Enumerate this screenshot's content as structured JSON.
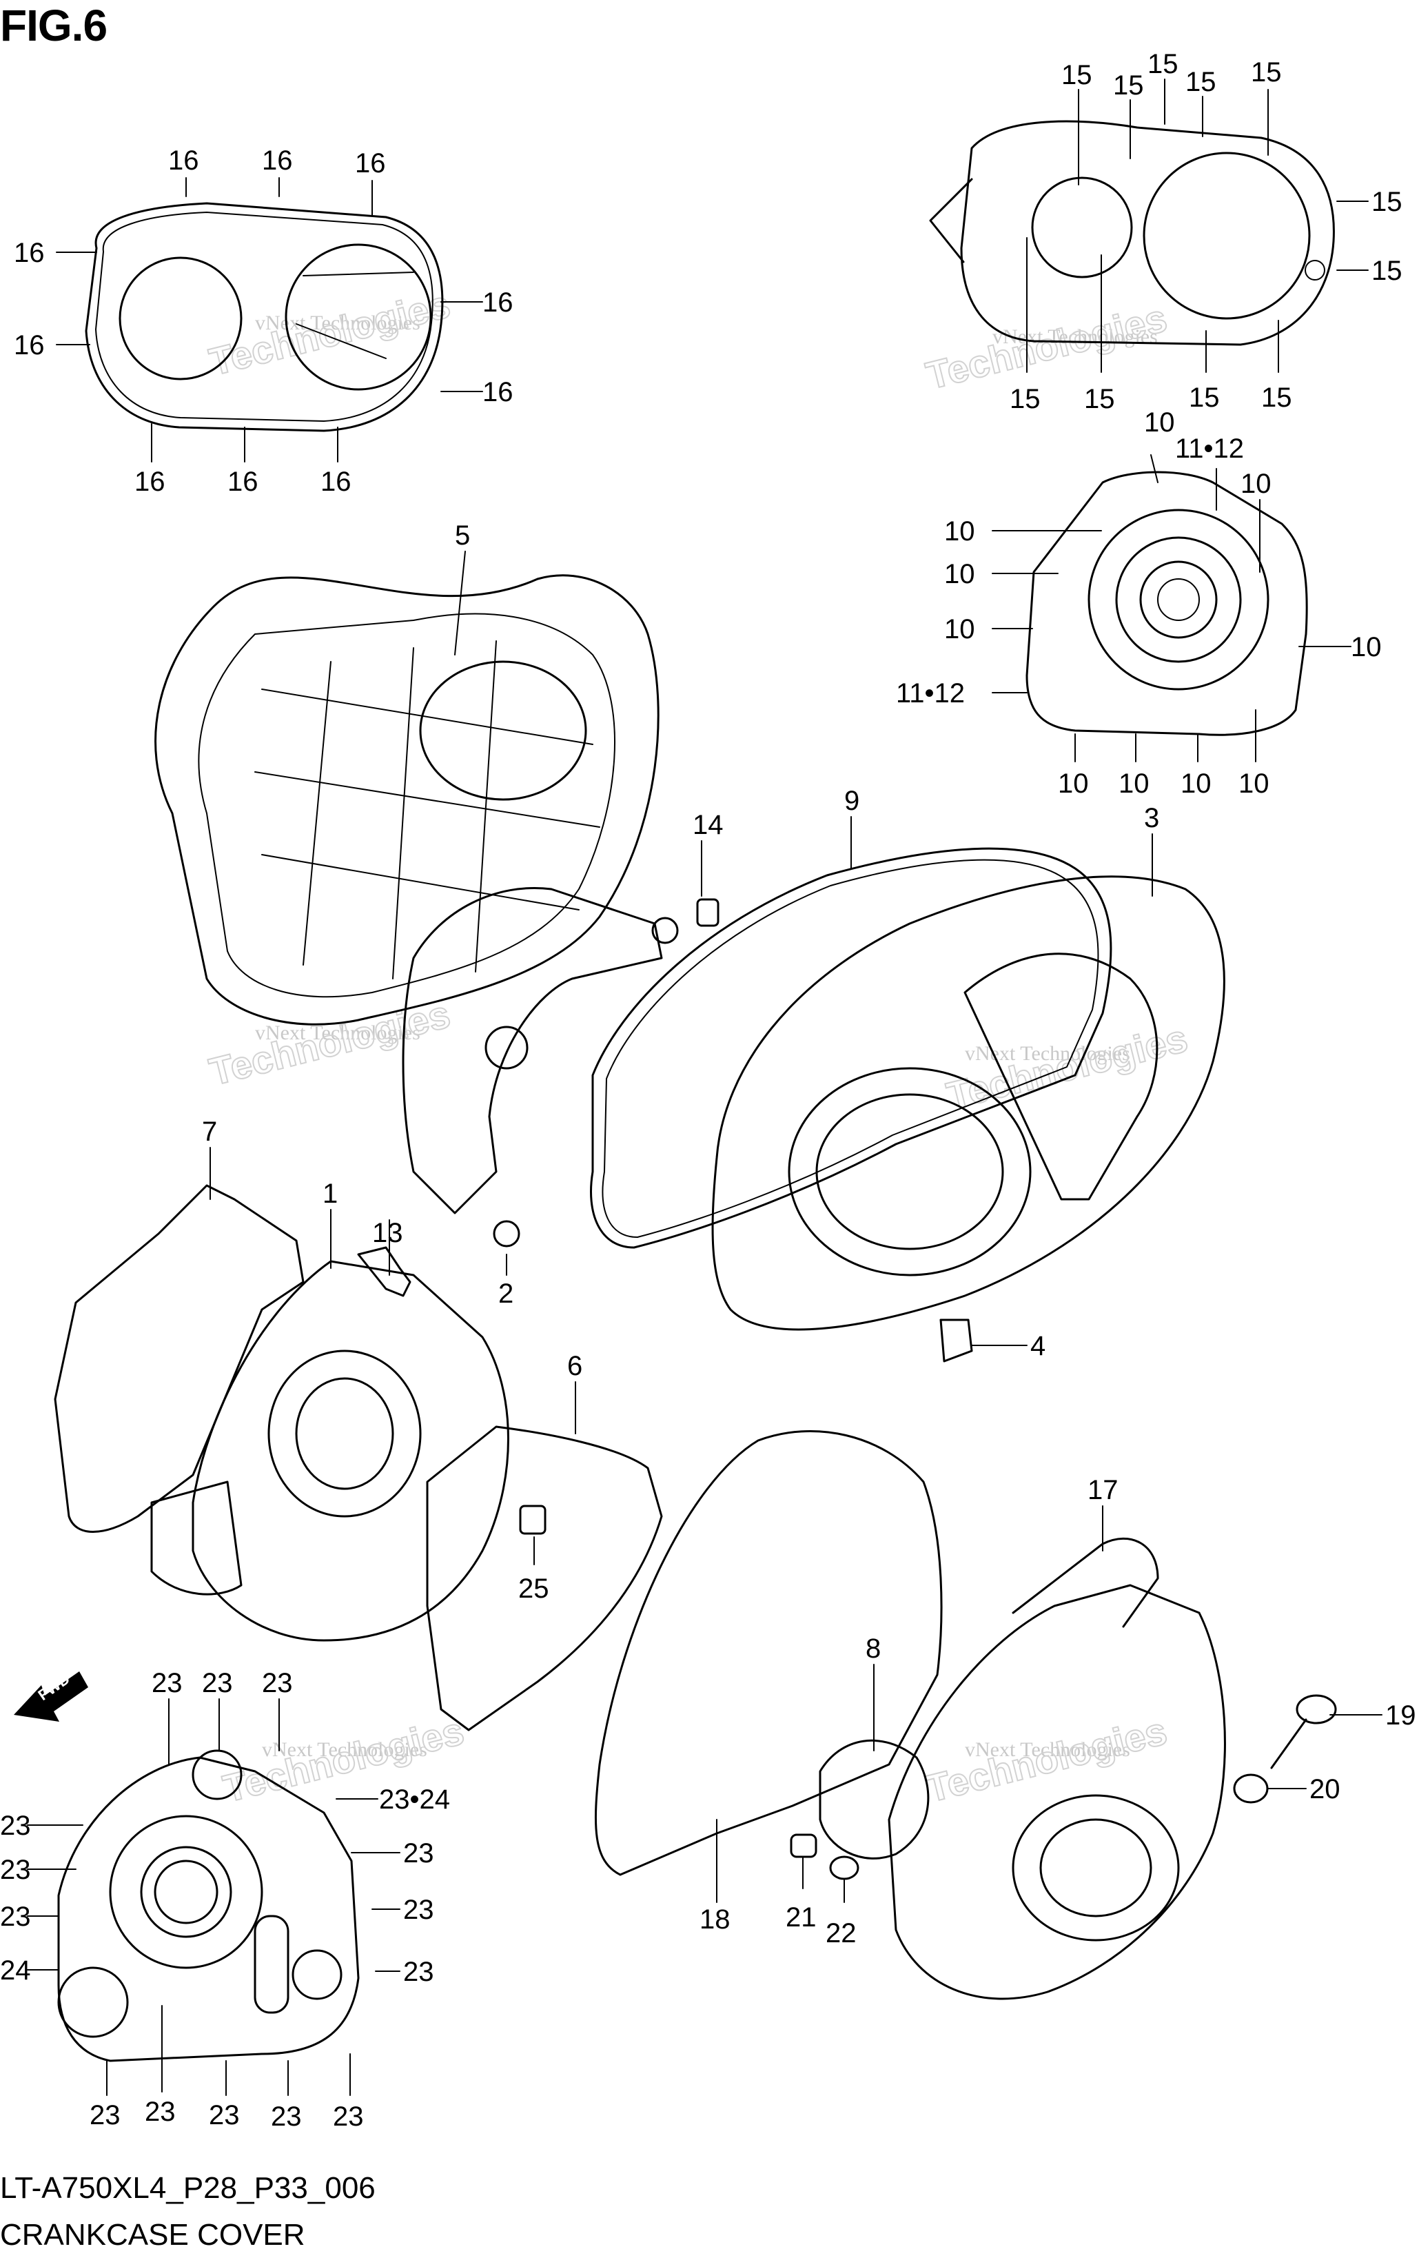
{
  "figure": {
    "title": "FIG.6"
  },
  "footer": {
    "code": "LT-A750XL4_P28_P33_006",
    "caption": "CRANKCASE COVER"
  },
  "watermark": {
    "line1": "vNext Technologies",
    "line2": "Technologies",
    "vnext": "vNext"
  },
  "fwd_label": "FWD",
  "callouts": {
    "c1": "1",
    "c2": "2",
    "c3": "3",
    "c4": "4",
    "c5": "5",
    "c6": "6",
    "c7": "7",
    "c8": "8",
    "c9": "9",
    "c10": "10",
    "c1112": "11•12",
    "c13": "13",
    "c14": "14",
    "c15": "15",
    "c16": "16",
    "c17": "17",
    "c18": "18",
    "c19": "19",
    "c20": "20",
    "c21": "21",
    "c22": "22",
    "c23": "23",
    "c2324": "23•24",
    "c24": "24",
    "c25": "25"
  }
}
